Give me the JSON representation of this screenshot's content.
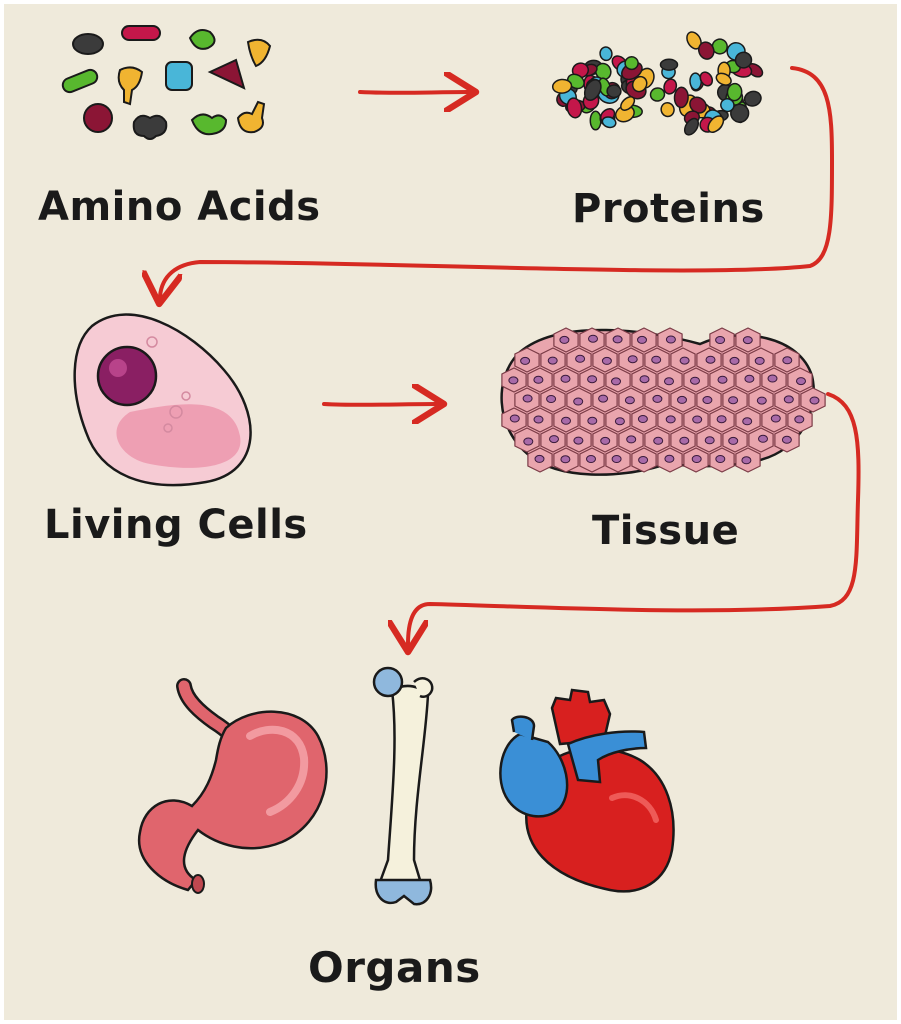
{
  "labels": {
    "amino_acids": "Amino Acids",
    "proteins": "Proteins",
    "living_cells": "Living Cells",
    "tissue": "Tissue",
    "organs": "Organs"
  },
  "colors": {
    "background": "#efeadb",
    "arrow": "#d62a22",
    "outline": "#1a1a1a",
    "cell_body": "#f6cbd4",
    "cell_inner": "#ee9fb3",
    "nucleus": "#8a1f63",
    "tissue_cell": "#e9a5ad",
    "stomach": "#e0656d",
    "bone": "#f5f1dc",
    "bone_joint": "#8fb8dd",
    "heart_red": "#d8201f",
    "heart_blue": "#3a8fd6"
  },
  "pieces_palette": [
    "#3b3b3b",
    "#c4174a",
    "#58b82e",
    "#f0b431",
    "#49b6d8",
    "#8b1535"
  ]
}
